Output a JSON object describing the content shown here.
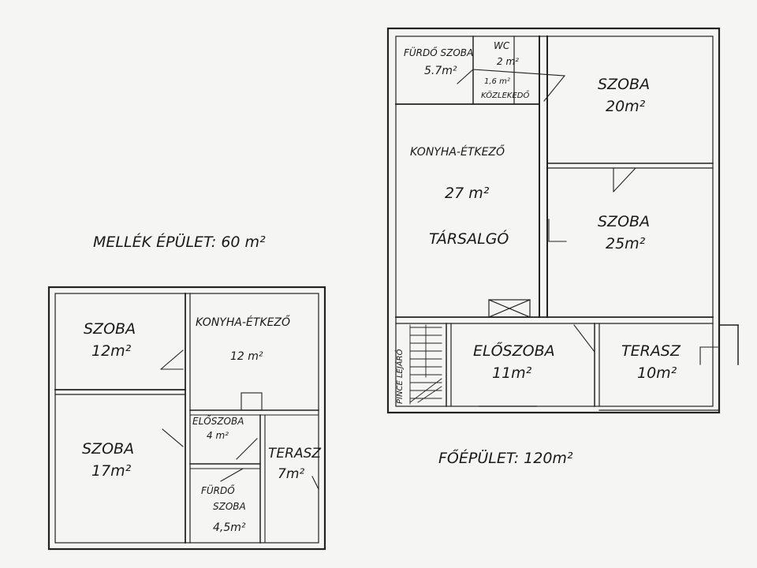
{
  "main_building": {
    "title": "FŐÉPÜLET: 120m²",
    "rooms": {
      "bathroom": {
        "name": "FÜRDŐ SZOBA",
        "area": "5.7m²"
      },
      "wc": {
        "name": "WC",
        "area": "2 m²"
      },
      "corridor": {
        "name": "KÖZLEKEDŐ",
        "area": "1,6 m²"
      },
      "room_20": {
        "name": "SZOBA",
        "area": "20m²"
      },
      "kitchen": {
        "name": "KONYHA-ÉTKEZŐ",
        "area": "27 m²"
      },
      "lounge": {
        "name": "TÁRSALGÓ"
      },
      "room_25": {
        "name": "SZOBA",
        "area": "25m²"
      },
      "cellar_stairs": {
        "name": "PINCE LEJÁRÓ"
      },
      "hall": {
        "name": "ELŐSZOBA",
        "area": "11m²"
      },
      "terrace": {
        "name": "TERASZ",
        "area": "10m²"
      }
    }
  },
  "annex_building": {
    "title": "MELLÉK ÉPÜLET: 60 m²",
    "rooms": {
      "room_12": {
        "name": "SZOBA",
        "area": "12m²"
      },
      "kitchen": {
        "name": "KONYHA-ÉTKEZŐ",
        "area": "12 m²"
      },
      "hall": {
        "name": "ELŐSZOBA",
        "area": "4 m²"
      },
      "room_17": {
        "name": "SZOBA",
        "area": "17m²"
      },
      "terrace": {
        "name": "TERASZ",
        "area": "7m²"
      },
      "bathroom": {
        "name_line1": "FÜRDŐ",
        "name_line2": "SZOBA",
        "area": "4,5m²"
      }
    }
  }
}
